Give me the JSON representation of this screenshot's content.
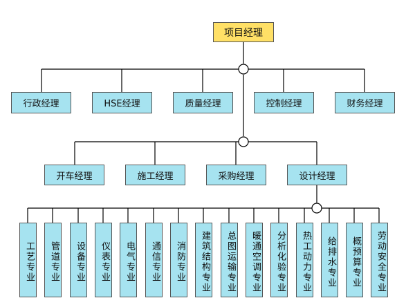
{
  "colors": {
    "root_fill": "#ffe066",
    "node_fill": "#a6e3f0",
    "line": "#000000"
  },
  "root": "项目经理",
  "row1": [
    "行政经理",
    "HSE经理",
    "质量经理",
    "控制经理",
    "财务经理"
  ],
  "row2": [
    "开车经理",
    "施工经理",
    "采购经理",
    "设计经理"
  ],
  "row3": [
    "工艺专业",
    "管道专业",
    "设备专业",
    "仪表专业",
    "电气专业",
    "通信专业",
    "消防专业",
    "建筑结构专业",
    "总图运输专业",
    "暖通空调专业",
    "分析化验专业",
    "热工动力专业",
    "给排水专业",
    "概预算专业",
    "劳动安全专业"
  ]
}
